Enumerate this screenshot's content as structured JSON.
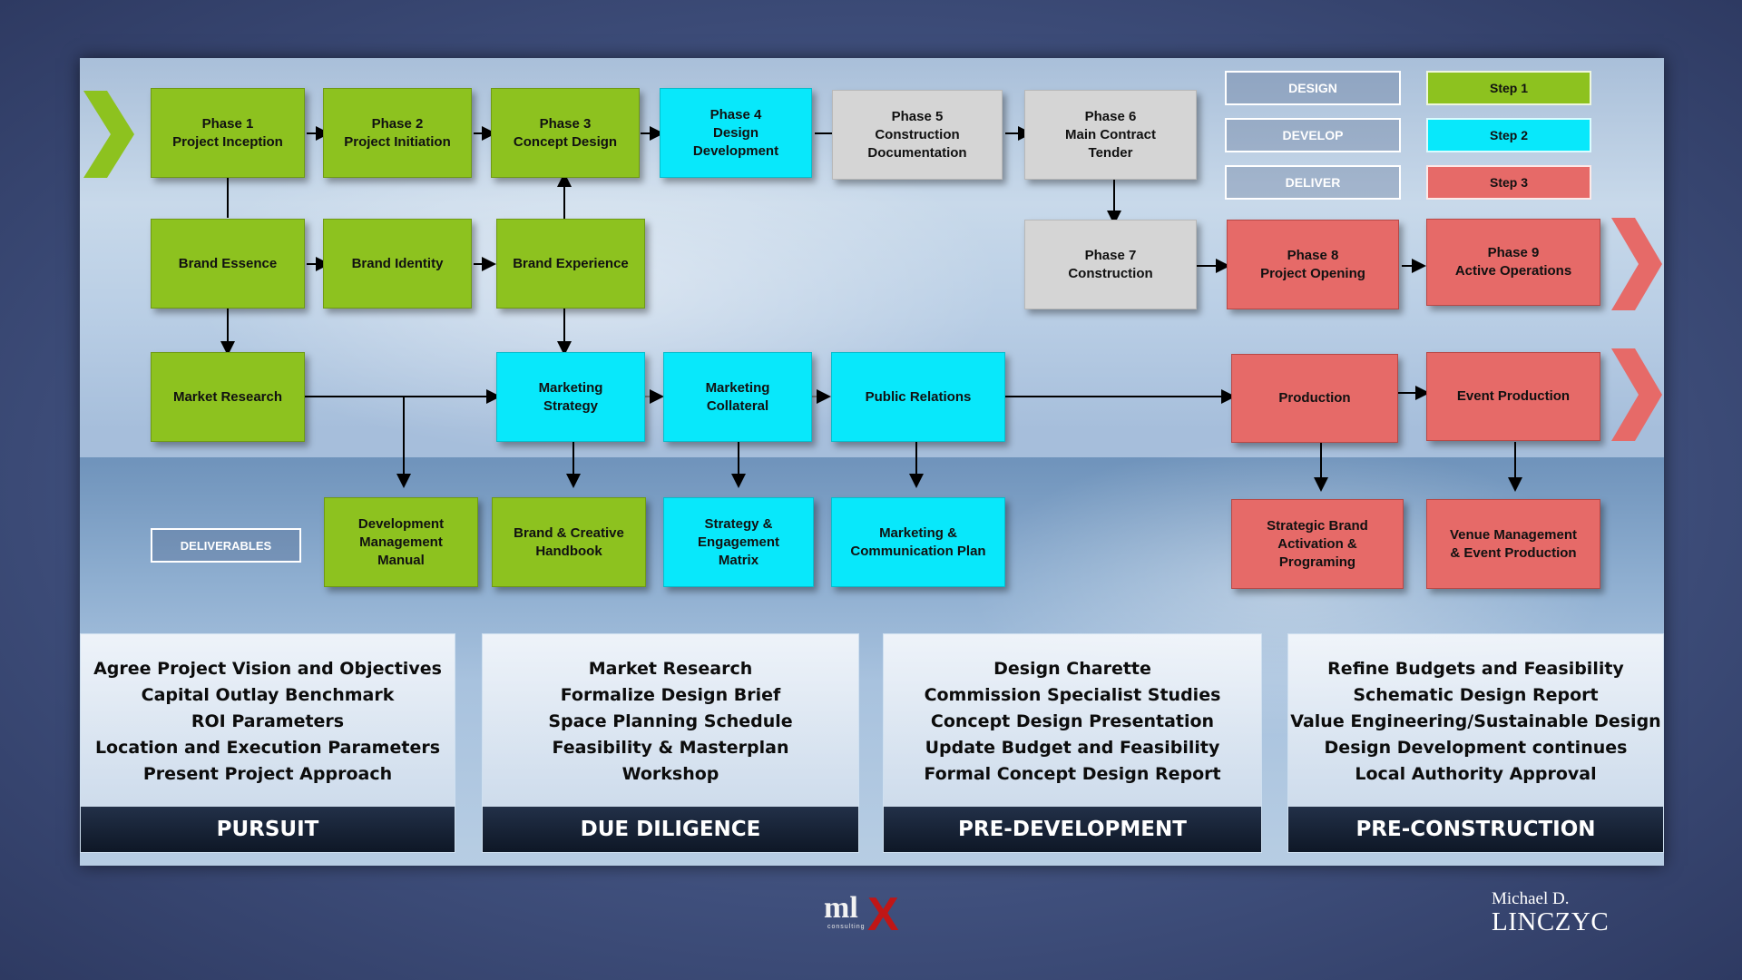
{
  "colors": {
    "design": "#8dc21f",
    "develop": "#08e8fb",
    "deliver": "#d5d5d5",
    "step3": "#e66a68",
    "background": "#3f4f7c"
  },
  "legend": {
    "design": "DESIGN",
    "develop": "DEVELOP",
    "deliver": "DELIVER",
    "step1": "Step 1",
    "step2": "Step 2",
    "step3": "Step 3"
  },
  "phases": {
    "p1": "Phase 1\nProject Inception",
    "p2": "Phase 2\nProject Initiation",
    "p3": "Phase 3\nConcept Design",
    "p4": "Phase 4\nDesign\nDevelopment",
    "p5": "Phase 5\nConstruction\nDocumentation",
    "p6": "Phase 6\nMain Contract\nTender",
    "p7": "Phase 7\nConstruction",
    "p8": "Phase 8\nProject Opening",
    "p9": "Phase 9\nActive Operations"
  },
  "brand": {
    "essence": "Brand Essence",
    "identity": "Brand Identity",
    "experience": "Brand Experience",
    "market_research": "Market Research"
  },
  "marketing": {
    "strategy": "Marketing\nStrategy",
    "collateral": "Marketing\nCollateral",
    "pr": "Public Relations",
    "production": "Production",
    "event_production": "Event Production"
  },
  "deliverables": {
    "label": "DELIVERABLES",
    "dev_manual": "Development\nManagement\nManual",
    "brand_handbook": "Brand & Creative\nHandbook",
    "strategy_matrix": "Strategy &\nEngagement\nMatrix",
    "comm_plan": "Marketing &\nCommunication Plan",
    "brand_activation": "Strategic Brand\nActivation &\nPrograming",
    "venue": "Venue Management\n& Event Production"
  },
  "stages": [
    {
      "title": "PURSUIT",
      "items": [
        "Agree Project Vision and Objectives",
        "Capital Outlay Benchmark",
        "ROI Parameters",
        "Location and Execution Parameters",
        "Present Project Approach"
      ]
    },
    {
      "title": "DUE DILIGENCE",
      "items": [
        "Market Research",
        "Formalize Design Brief",
        "Space Planning Schedule",
        "Feasibility & Masterplan",
        "Workshop"
      ]
    },
    {
      "title": "PRE-DEVELOPMENT",
      "items": [
        "Design Charette",
        "Commission Specialist Studies",
        "Concept Design Presentation",
        "Update Budget and Feasibility",
        "Formal Concept Design Report"
      ]
    },
    {
      "title": "PRE-CONSTRUCTION",
      "items": [
        "Refine Budgets and Feasibility",
        "Schematic Design Report",
        "Value Engineering/Sustainable Design",
        "Design Development continues",
        "Local Authority  Approval"
      ]
    }
  ],
  "branding": {
    "logo_ml": "ml",
    "logo_consulting": "consulting",
    "logo_x": "X",
    "author_first": "Michael D.",
    "author_last": "LINCZYC"
  }
}
